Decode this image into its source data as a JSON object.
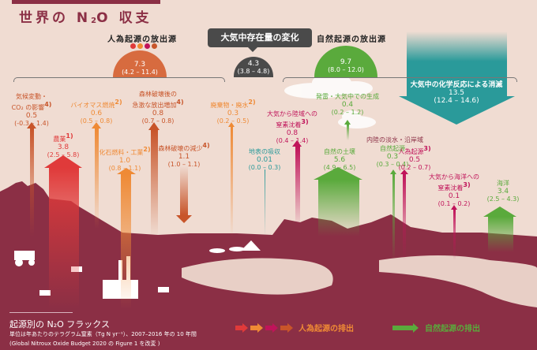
{
  "title": {
    "main": "世界の N",
    "sub": "2",
    "end": "O 収支"
  },
  "anthropogenic": {
    "header": "人為起源の放出源",
    "value": "7.3",
    "range": "(4.2 – 11.4)",
    "dot_colors": [
      "#e03a3a",
      "#f08a30",
      "#c0145a",
      "#c8552a"
    ]
  },
  "atmosphere_change": {
    "header": "大気中存在量の変化",
    "value": "4.3",
    "range": "(3.8 – 4.8)"
  },
  "natural": {
    "header": "自然起源の放出源",
    "value": "9.7",
    "range": "(8.0 – 12.0)"
  },
  "sink": {
    "label": "大気中の化学反応による消滅",
    "value": "13.5",
    "range": "(12.4 – 14.6)"
  },
  "fluxes": [
    {
      "id": "climate",
      "lines": [
        "気候変動・",
        "CO₂ の影響"
      ],
      "sup": "4)",
      "value": "0.5",
      "range": "(-0.3 – 1.4)",
      "color": "#c8552a"
    },
    {
      "id": "agriculture",
      "lines": [
        "農業"
      ],
      "sup": "1)",
      "value": "3.8",
      "range": "(2.5 – 5.8)",
      "color": "#e03a3a"
    },
    {
      "id": "biomass",
      "lines": [
        "バイオマス燃焼"
      ],
      "sup": "2)",
      "value": "0.6",
      "range": "(0.5 – 0.8)",
      "color": "#ef8a35"
    },
    {
      "id": "fossil",
      "lines": [
        "化石燃料・工業"
      ],
      "sup": "2)",
      "value": "1.0",
      "range": "(0.8 – 1.1)",
      "color": "#ef8a35"
    },
    {
      "id": "post_deforest",
      "lines": [
        "森林破壊後の",
        "急激な放出増加"
      ],
      "sup": "4)",
      "value": "0.8",
      "range": "(0.7 – 0.8)",
      "color": "#c8552a"
    },
    {
      "id": "deforest_reduction",
      "lines": [
        "森林破壊の減少"
      ],
      "sup": "4)",
      "value": "1.1",
      "range": "(1.0 – 1.1)",
      "color": "#c8552a"
    },
    {
      "id": "waste",
      "lines": [
        "廃棄物・廃水"
      ],
      "sup": "2)",
      "value": "0.3",
      "range": "(0.2 – 0.5)",
      "color": "#ef8a35"
    },
    {
      "id": "surface_sink",
      "lines": [
        "地表の吸収"
      ],
      "sup": "",
      "value": "0.01",
      "range": "(0.0 – 0.3)",
      "color": "#2a9a9a"
    },
    {
      "id": "land_deposition",
      "lines": [
        "大気から陸域への",
        "窒素沈着"
      ],
      "sup": "3)",
      "value": "0.8",
      "range": "(0.4 – 1.4)",
      "color": "#c0145a"
    },
    {
      "id": "lightning",
      "lines": [
        "発雷・大気中での生成"
      ],
      "sup": "",
      "value": "0.4",
      "range": "(0.2 – 1.2)",
      "color": "#5aaa3c"
    },
    {
      "id": "soil",
      "lines": [
        "自然の土壌"
      ],
      "sup": "",
      "value": "5.6",
      "range": "(4.9 – 6.5)",
      "color": "#5aaa3c"
    },
    {
      "id": "inland_natural",
      "lines": [
        "自然起源"
      ],
      "sup": "",
      "value": "0.3",
      "range": "(0.3 – 0.4)",
      "color": "#5aaa3c"
    },
    {
      "id": "inland_anthro",
      "lines": [
        "人為起源"
      ],
      "sup": "3)",
      "value": "0.5",
      "range": "(0.2 – 0.7)",
      "color": "#c0145a"
    },
    {
      "id": "ocean_deposition",
      "lines": [
        "大気から海洋への",
        "窒素沈着"
      ],
      "sup": "3)",
      "value": "0.1",
      "range": "(0.1 – 0.2)",
      "color": "#c0145a"
    },
    {
      "id": "ocean",
      "lines": [
        "海洋"
      ],
      "sup": "",
      "value": "3.4",
      "range": "(2.5 – 4.3)",
      "color": "#5aaa3c"
    }
  ],
  "inland_header": "内陸の淡水・沿岸域",
  "legend": {
    "title": "起源別の N₂O フラックス",
    "unit": "単位は年あたりのテラグラム窒素（Tg N yr⁻¹）、2007–2016 年の 10 年間",
    "source": "(Global Nitroux Oxide Budget 2020 の Figure 1 を改変 )",
    "anthro_label": "人為起源の排出",
    "natural_label": "自然起源の排出",
    "anthro_colors": [
      "#e03a3a",
      "#ef8a35",
      "#c0145a",
      "#c8552a"
    ],
    "natural_color": "#5aaa3c"
  }
}
